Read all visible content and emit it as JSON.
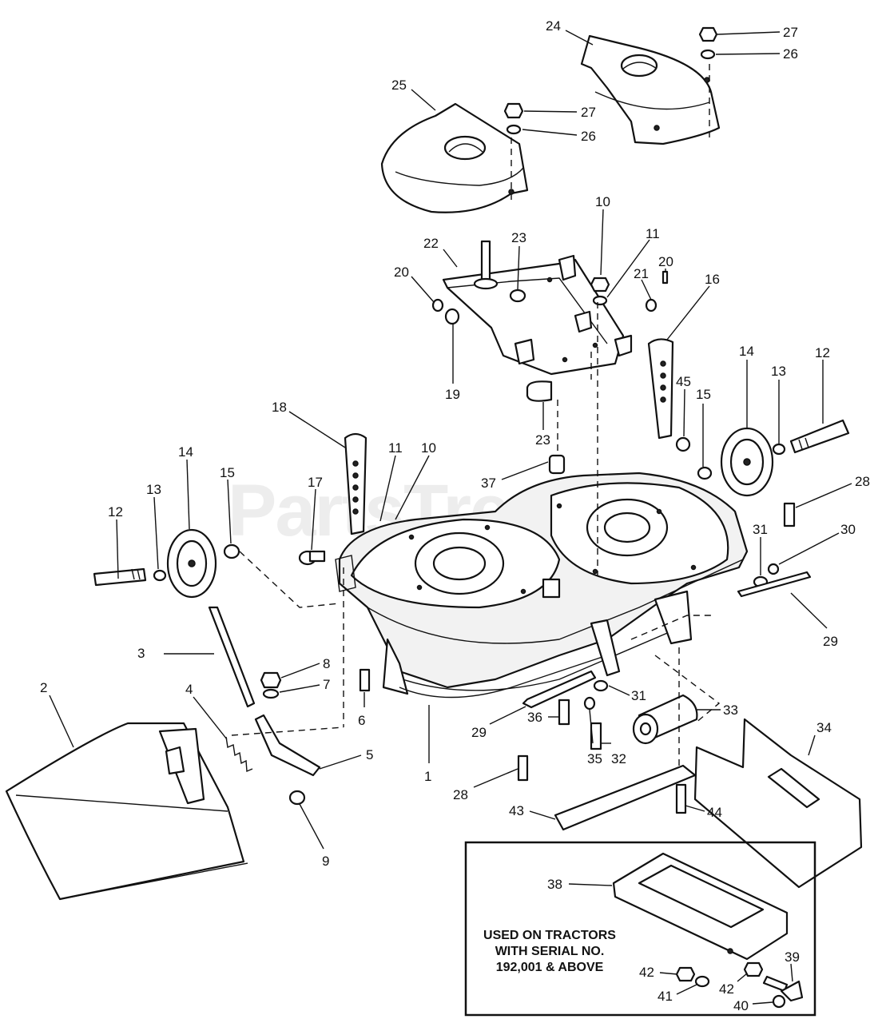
{
  "watermark": "PartsTree",
  "inset_note": [
    "USED ON TRACTORS",
    "WITH SERIAL NO.",
    "192,001 & ABOVE"
  ],
  "callouts": [
    {
      "id": "c24a",
      "label": "24"
    },
    {
      "id": "c27a",
      "label": "27"
    },
    {
      "id": "c26a",
      "label": "26"
    },
    {
      "id": "c25",
      "label": "25"
    },
    {
      "id": "c27b",
      "label": "27"
    },
    {
      "id": "c26b",
      "label": "26"
    },
    {
      "id": "c10a",
      "label": "10"
    },
    {
      "id": "c11a",
      "label": "11"
    },
    {
      "id": "c20a",
      "label": "20"
    },
    {
      "id": "c22",
      "label": "22"
    },
    {
      "id": "c23a",
      "label": "23"
    },
    {
      "id": "c20b",
      "label": "20"
    },
    {
      "id": "c21",
      "label": "21"
    },
    {
      "id": "c16",
      "label": "16"
    },
    {
      "id": "c19",
      "label": "19"
    },
    {
      "id": "c14a",
      "label": "14"
    },
    {
      "id": "c13a",
      "label": "13"
    },
    {
      "id": "c12a",
      "label": "12"
    },
    {
      "id": "c45",
      "label": "45"
    },
    {
      "id": "c15a",
      "label": "15"
    },
    {
      "id": "c23b",
      "label": "23"
    },
    {
      "id": "c18",
      "label": "18"
    },
    {
      "id": "c11b",
      "label": "11"
    },
    {
      "id": "c10b",
      "label": "10"
    },
    {
      "id": "c37",
      "label": "37"
    },
    {
      "id": "c14b",
      "label": "14"
    },
    {
      "id": "c15b",
      "label": "15"
    },
    {
      "id": "c17",
      "label": "17"
    },
    {
      "id": "c13b",
      "label": "13"
    },
    {
      "id": "c12b",
      "label": "12"
    },
    {
      "id": "c28a",
      "label": "28"
    },
    {
      "id": "c31a",
      "label": "31"
    },
    {
      "id": "c30",
      "label": "30"
    },
    {
      "id": "c29a",
      "label": "29"
    },
    {
      "id": "c3",
      "label": "3"
    },
    {
      "id": "c8",
      "label": "8"
    },
    {
      "id": "c7",
      "label": "7"
    },
    {
      "id": "c6",
      "label": "6"
    },
    {
      "id": "c2",
      "label": "2"
    },
    {
      "id": "c4",
      "label": "4"
    },
    {
      "id": "c31b",
      "label": "31"
    },
    {
      "id": "c33",
      "label": "33"
    },
    {
      "id": "c29b",
      "label": "29"
    },
    {
      "id": "c36",
      "label": "36"
    },
    {
      "id": "c34",
      "label": "34"
    },
    {
      "id": "c5",
      "label": "5"
    },
    {
      "id": "c1",
      "label": "1"
    },
    {
      "id": "c35",
      "label": "35"
    },
    {
      "id": "c32",
      "label": "32"
    },
    {
      "id": "c28b",
      "label": "28"
    },
    {
      "id": "c43",
      "label": "43"
    },
    {
      "id": "c44",
      "label": "44"
    },
    {
      "id": "c9",
      "label": "9"
    },
    {
      "id": "c38",
      "label": "38"
    },
    {
      "id": "c39",
      "label": "39"
    },
    {
      "id": "c42a",
      "label": "42"
    },
    {
      "id": "c42b",
      "label": "42"
    },
    {
      "id": "c41",
      "label": "41"
    },
    {
      "id": "c40",
      "label": "40"
    }
  ]
}
